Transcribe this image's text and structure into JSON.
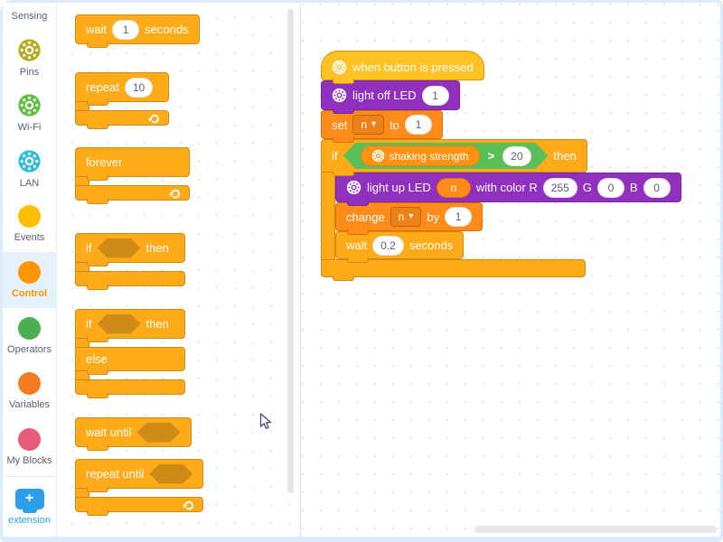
{
  "sidebar": {
    "categories": [
      {
        "label": "Sensing"
      },
      {
        "label": "Pins",
        "icon": "gear",
        "color": "#AFAE24"
      },
      {
        "label": "Wi-Fi",
        "icon": "gear",
        "color": "#61C040"
      },
      {
        "label": "LAN",
        "icon": "gear",
        "color": "#33BBDB"
      },
      {
        "label": "Events",
        "icon": "circle",
        "color": "#FFBF00"
      },
      {
        "label": "Control",
        "icon": "circle",
        "color": "#FF9500",
        "selected": true
      },
      {
        "label": "Operators",
        "icon": "circle",
        "color": "#4CAF50"
      },
      {
        "label": "Variables",
        "icon": "circle",
        "color": "#F47C20"
      },
      {
        "label": "My Blocks",
        "icon": "circle",
        "color": "#E85C79"
      }
    ],
    "extension_label": "extension"
  },
  "palette": {
    "wait_seconds": {
      "text1": "wait",
      "value": "1",
      "text2": "seconds"
    },
    "repeat": {
      "text1": "repeat",
      "value": "10"
    },
    "forever": {
      "text1": "forever"
    },
    "if_then": {
      "text1": "if",
      "text2": "then"
    },
    "if_else": {
      "text1": "if",
      "text2": "then",
      "text3": "else"
    },
    "wait_until": {
      "text1": "wait until"
    },
    "repeat_until": {
      "text1": "repeat until"
    }
  },
  "canvas": {
    "hat": {
      "text1": "when button is pressed"
    },
    "light_off": {
      "text1": "light off LED",
      "value": "1"
    },
    "set_var": {
      "text1": "set",
      "variable": "n",
      "text2": "to",
      "value": "1"
    },
    "if_block": {
      "text1": "if",
      "text2": "then"
    },
    "condition": {
      "reporter": "shaking strength",
      "operator": ">",
      "value": "20"
    },
    "light_up": {
      "text1": "light up LED",
      "variable": "n",
      "text2": "with color R",
      "value_r": "255",
      "text3": "G",
      "value_g": "0",
      "text4": "B",
      "value_b": "0"
    },
    "change_var": {
      "text1": "change",
      "variable": "n",
      "text2": "by",
      "value": "1"
    },
    "wait_seconds": {
      "text1": "wait",
      "value": "0.2",
      "text2": "seconds"
    }
  },
  "colors": {
    "control_block": "#FFAB19",
    "control_border": "#CF8B17",
    "variables_block": "#FF8C1A",
    "variables_border": "#DB6E00",
    "events_block": "#FFC224",
    "events_border": "#CC9900",
    "operators_green": "#59C059",
    "extension_purple": "#9130BF",
    "extension_purple_border": "#7A24A4",
    "reporter_orange": "#FF9213",
    "selected_category_bg": "#E5F1FB",
    "extension_blue": "#2D9FE8",
    "label_text": "#575E75"
  }
}
